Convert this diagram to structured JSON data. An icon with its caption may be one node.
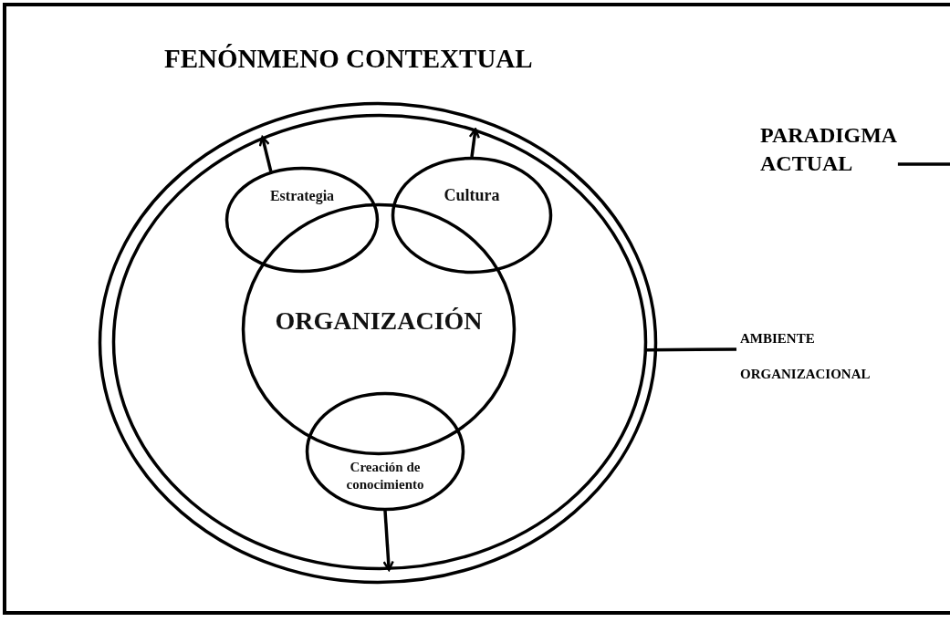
{
  "diagram": {
    "title": "FENÓNMENO CONTEXTUAL",
    "nodes": [
      {
        "text": [],
        "shape": "circle"
      },
      {
        "text": [],
        "shape": "circle",
        "in": 0
      },
      {
        "text": [
          "Estrategia"
        ],
        "in": 1
      },
      {
        "text": [
          "Cultura"
        ],
        "in": 1
      },
      {
        "text": [
          "ORGANIZACIÓN"
        ],
        "in": 1
      },
      {
        "text": [
          "Creación de conocimiento"
        ],
        "in": 1
      },
      {
        "text": [
          "PARADIGMA ACTUAL"
        ]
      },
      {
        "text": [
          "AMBIENTE ORGANIZACIONAL"
        ]
      }
    ],
    "edges": [
      {
        "from": 2,
        "to": 1,
        "arrow": "to"
      },
      {
        "from": 3,
        "to": 1,
        "arrow": "to"
      },
      {
        "from": 5,
        "to": 1,
        "arrow": "to"
      },
      {
        "from": 7,
        "to": 1,
        "arrow": "none"
      },
      {
        "from": 6,
        "to": null,
        "arrow": "none"
      }
    ]
  }
}
